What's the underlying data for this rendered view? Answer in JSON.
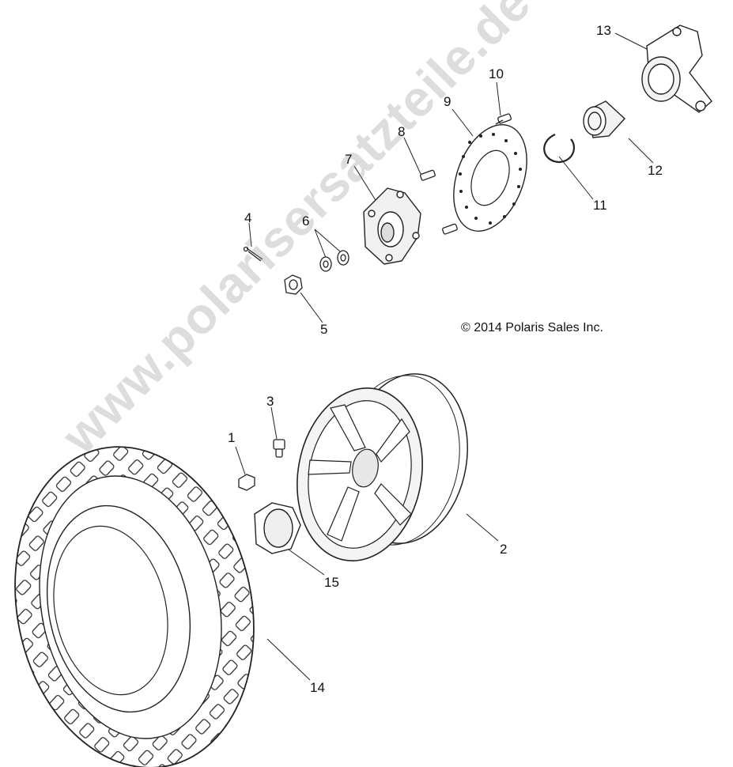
{
  "copyright": "© 2014 Polaris Sales Inc.",
  "watermark": "www.polarisersatzteile.de",
  "callouts": {
    "c1": "1",
    "c2": "2",
    "c3": "3",
    "c4": "4",
    "c5": "5",
    "c6": "6",
    "c7": "7",
    "c8": "8",
    "c9": "9",
    "c10": "10",
    "c11": "11",
    "c12": "12",
    "c13": "13",
    "c14": "14",
    "c15": "15"
  }
}
